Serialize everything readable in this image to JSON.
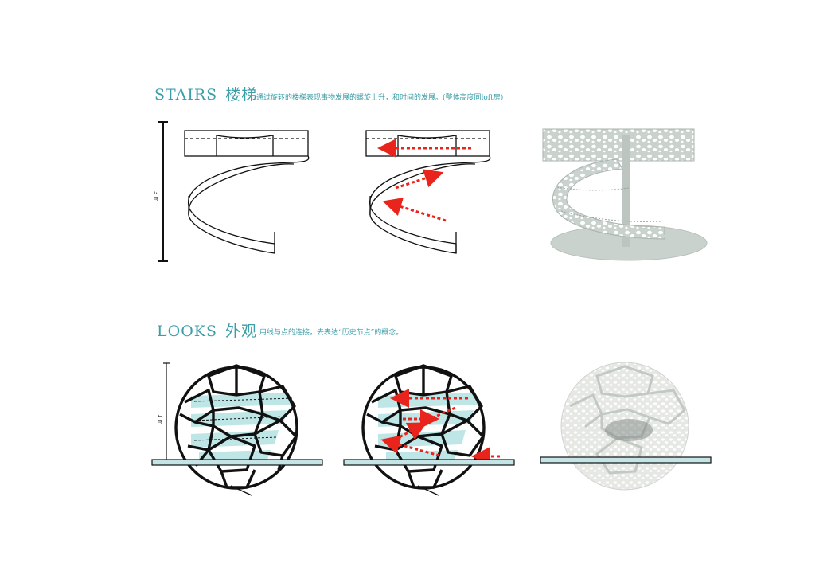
{
  "stairs": {
    "title_en": "STAIRS",
    "title_cn": "楼梯",
    "note": "通过旋转的楼梯表现事物发展的螺旋上升，和时间的发展。(整体高度同loft房)",
    "height_label": "3 m"
  },
  "looks": {
    "title_en": "LOOKS",
    "title_cn": "外观",
    "note": "用线与点的连接，去表达“历史节点”的概念。",
    "height_label": "1 m"
  },
  "colors": {
    "accent": "#3b9ea8",
    "arrow": "#e8241c",
    "ribbon": "#bfe6e6",
    "base": "#c4e4e6",
    "render": "#c9d2cc"
  }
}
